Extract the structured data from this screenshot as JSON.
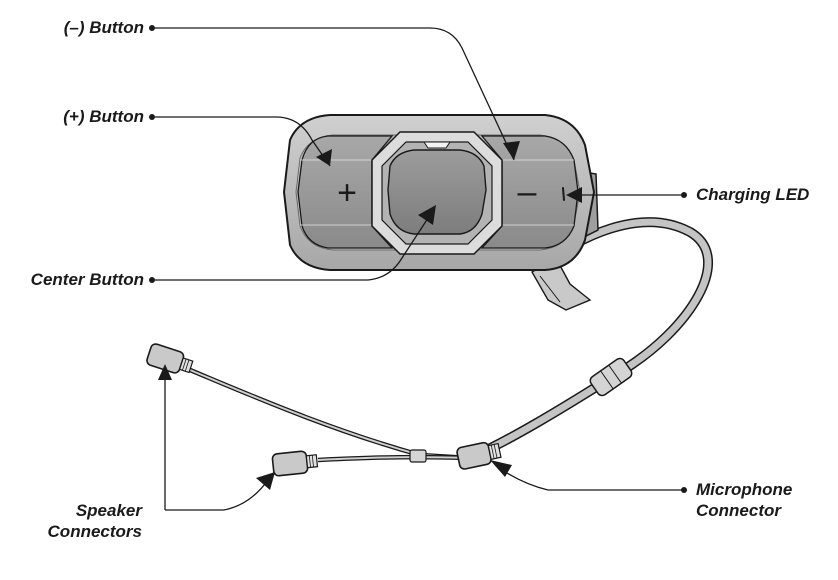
{
  "labels": {
    "minus_button": "(–) Button",
    "plus_button": "(+) Button",
    "center_button": "Center Button",
    "charging_led": "Charging LED",
    "speaker_connectors_line1": "Speaker",
    "speaker_connectors_line2": "Connectors",
    "microphone_connector_line1": "Microphone",
    "microphone_connector_line2": "Connector"
  },
  "device_symbols": {
    "plus": "+",
    "minus": "–"
  },
  "colors": {
    "ink": "#1a1a1a",
    "body_fill": "#b9b9b9",
    "button_fill": "#9a9a9a",
    "ring_fill": "#d8d8d8",
    "cable_fill": "#bfbfbf"
  }
}
